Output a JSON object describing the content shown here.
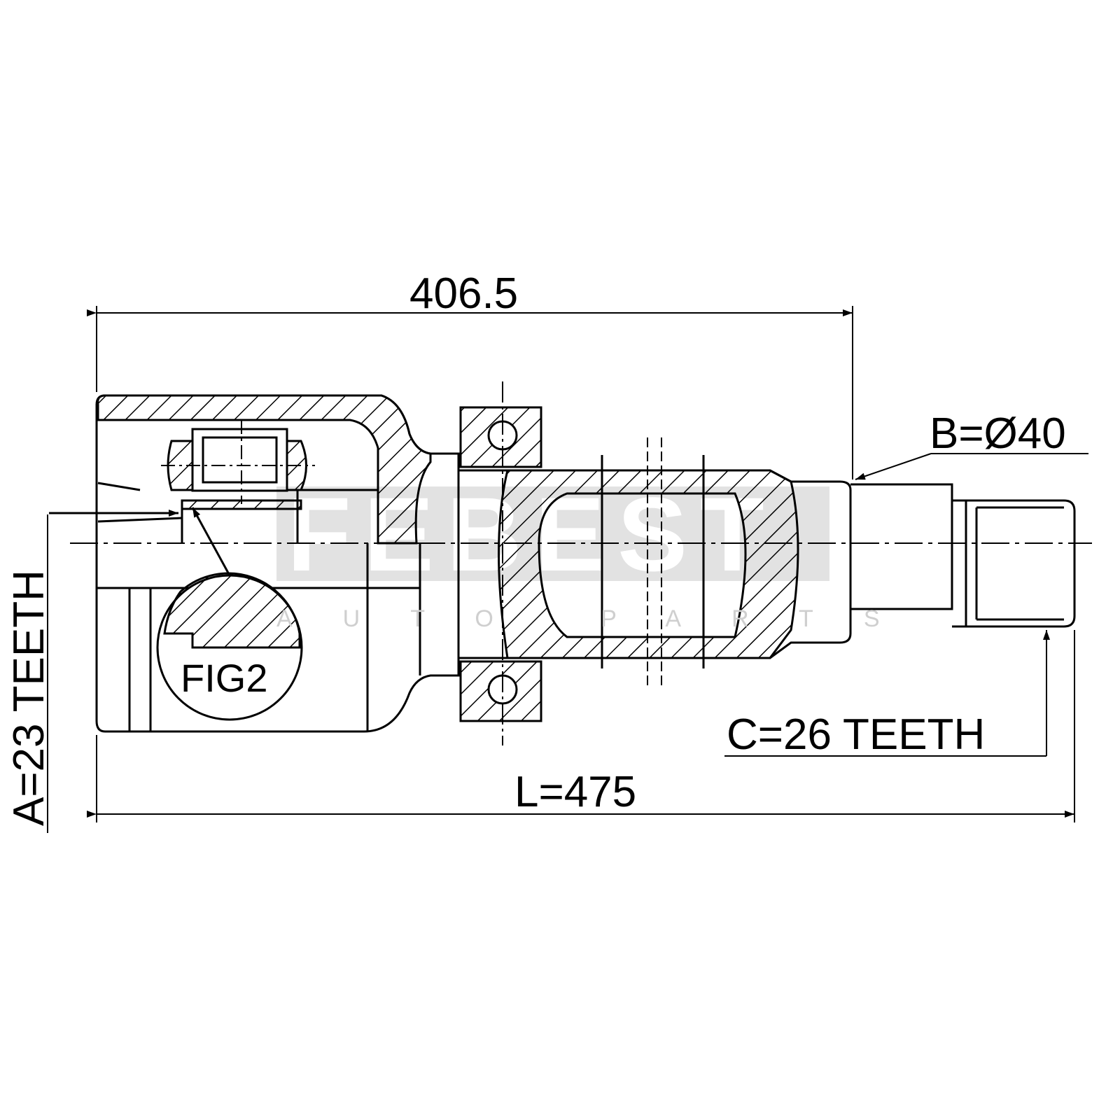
{
  "dimensions": {
    "overall_housing_to_shoulder": "406.5",
    "total_length": "L=475",
    "outer_spline": "A=23 TEETH",
    "diameter": "B=Ø40",
    "inner_spline": "C=26 TEETH"
  },
  "figure_label": "FIG2",
  "watermark": {
    "brand": "FEBEST",
    "tagline": "AUTO PARTS"
  },
  "colors": {
    "line": "#000000",
    "watermark": "#e2e2e2"
  }
}
